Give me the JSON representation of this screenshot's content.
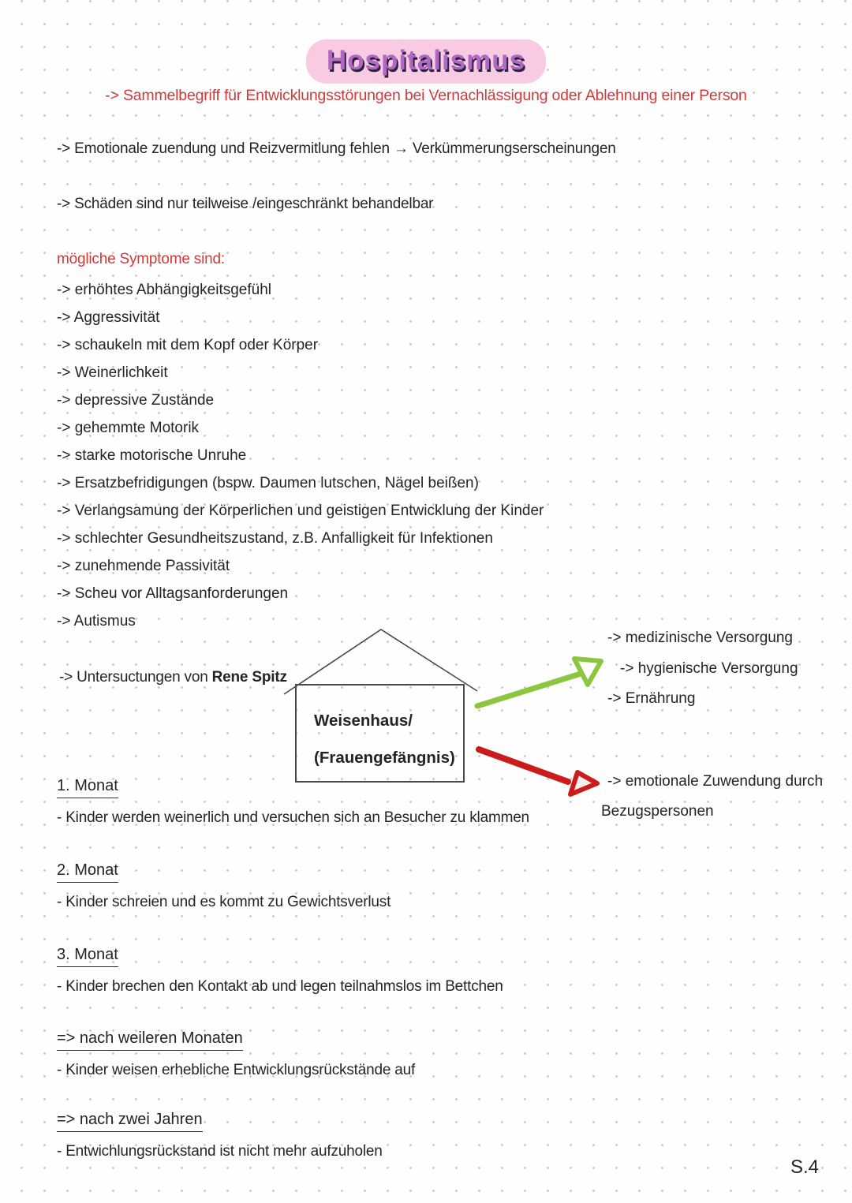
{
  "title": {
    "text": "Hospitalismus",
    "highlight_color": "#f9cbe2",
    "text_color": "#b168c4"
  },
  "subtitle": "-> Sammelbegriff für Entwicklungsstörungen bei Vernachlässigung oder Ablehnung einer Person",
  "intro": {
    "line1": "-> Emotionale zuendung und Reizvermitlung fehlen → Verkümmerungserscheinungen",
    "line2": "-> Schäden sind nur teilweise /eingeschränkt behandelbar"
  },
  "symptoms": {
    "heading": "mögliche Symptome sind:",
    "items": [
      "-> erhöhtes Abhängigkeitsgefühl",
      "-> Aggressivität",
      "-> schaukeln mit dem Kopf oder Körper",
      "-> Weinerlichkeit",
      "-> depressive Zustände",
      "-> gehemmte Motorik",
      "-> starke motorische Unruhe",
      "-> Ersatzbefridigungen (bspw. Daumen lutschen, Nägel beißen)",
      "-> Verlangsamung der Körperlichen und geistigen Entwicklung der Kinder",
      "-> schlechter Gesundheitszustand, z.B. Anfalligkeit für Infektionen",
      "-> zunehmende Passivität",
      "-> Scheu vor Alltagsanforderungen",
      "-> Autismus"
    ]
  },
  "spitz": {
    "prefix": "-> Untersuctungen von ",
    "name": "Rene Spitz"
  },
  "diagram": {
    "house_line1": "Weisenhaus/",
    "house_line2": "(Frauengefängnis)",
    "green_items": [
      "-> medizinische Versorgung",
      "-> hygienische Versorgung",
      "-> Ernährung"
    ],
    "red_item_line1": "-> emotionale Zuwendung durch",
    "red_item_line2": "Bezugspersonen",
    "green_color": "#8cc63e",
    "red_color": "#cc1b1b"
  },
  "sections": [
    {
      "heading": "1. Monat",
      "body": "- Kinder werden weinerlich und versuchen sich an Besucher zu klammen"
    },
    {
      "heading": "2. Monat",
      "body": "- Kinder schreien und es kommt zu Gewichtsverlust"
    },
    {
      "heading": "3. Monat",
      "body": "- Kinder brechen den Kontakt ab und legen teilnahmslos im Bettchen"
    },
    {
      "heading": "=> nach weileren Monaten",
      "body": "- Kinder weisen erhebliche Entwicklungsrückstände auf"
    },
    {
      "heading": "=> nach zwei Jahren",
      "body": "- Entwichlungsrückstand ist nicht mehr aufzuholen"
    }
  ],
  "page_number": "S.4",
  "colors": {
    "accent_red": "#d03a3a",
    "ink": "#242424"
  }
}
